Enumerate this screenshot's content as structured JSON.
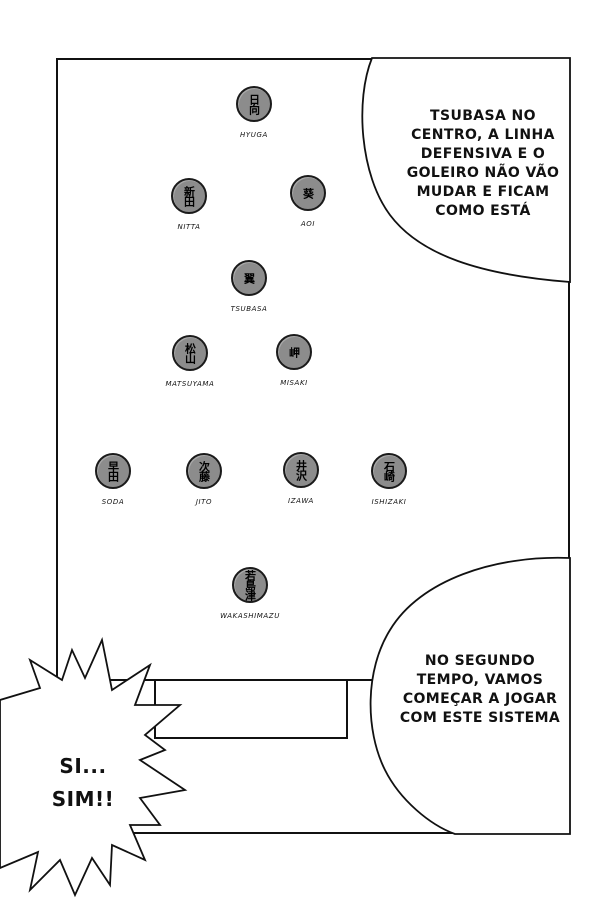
{
  "balloons": [
    {
      "lines": [
        "TSUBASA NO",
        "CENTRO, A LINHA",
        "DEFENSIVA E O",
        "GOLEIRO NÃO VÃO",
        "MUDAR E FICAM",
        "COMO ESTÁ"
      ]
    },
    {
      "lines": [
        "NO SEGUNDO",
        "TEMPO, VAMOS",
        "COMEÇAR A JOGAR",
        "COM ESTE SISTEMA"
      ]
    }
  ],
  "shout": {
    "lines": [
      "SI...",
      "SIM!!"
    ]
  },
  "players": [
    {
      "kanji": "日向",
      "name": "HYUGA"
    },
    {
      "kanji": "新田",
      "name": "NITTA"
    },
    {
      "kanji": "葵",
      "name": "AOI"
    },
    {
      "kanji": "翼",
      "name": "TSUBASA"
    },
    {
      "kanji": "松山",
      "name": "MATSUYAMA"
    },
    {
      "kanji": "岬",
      "name": "MISAKI"
    },
    {
      "kanji": "早田",
      "name": "SODA"
    },
    {
      "kanji": "次藤",
      "name": "JITO"
    },
    {
      "kanji": "井沢",
      "name": "IZAWA"
    },
    {
      "kanji": "石崎",
      "name": "ISHIZAKI"
    },
    {
      "kanji": "若島津",
      "name": "WAKASHIMAZU"
    }
  ],
  "colors": {
    "token_fill": "#8c8c8c",
    "ink": "#111111",
    "paper": "#ffffff"
  }
}
